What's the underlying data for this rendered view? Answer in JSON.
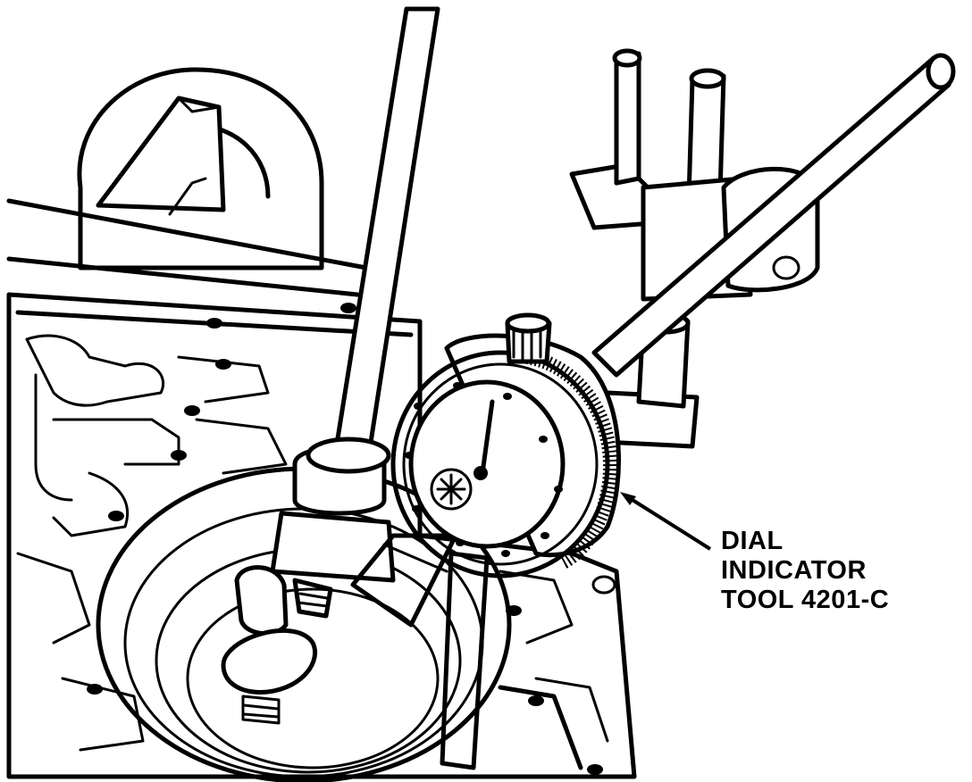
{
  "callout": {
    "lines": [
      "DIAL",
      "INDICATOR",
      "TOOL 4201-C"
    ]
  },
  "colors": {
    "ink": "#000000",
    "paper": "#ffffff"
  }
}
